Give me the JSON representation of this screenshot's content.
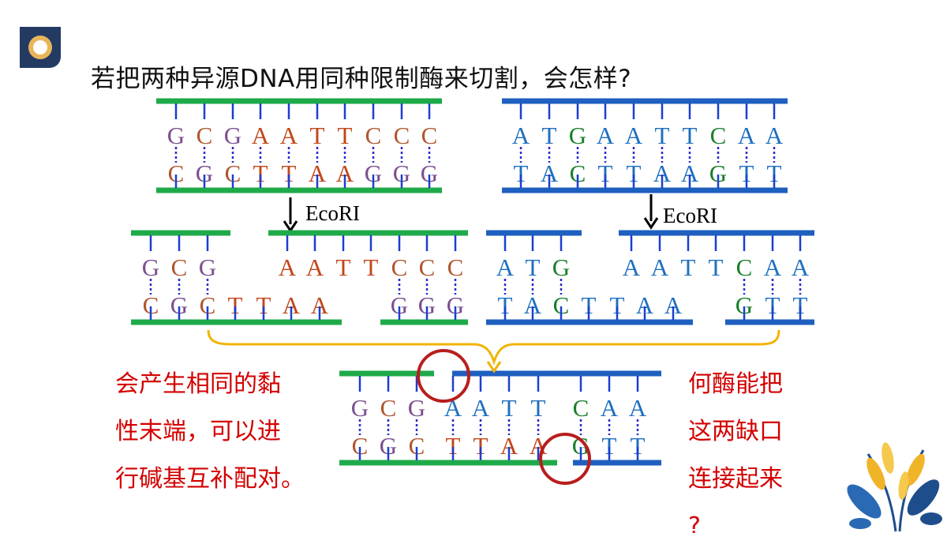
{
  "title": "若把两种异源DNA用同种限制酶来切割，会怎样?",
  "enzyme": "EcoRI",
  "left_note": [
    "会产生相同的黏",
    "性末端，可以进",
    "行碱基互补配对。"
  ],
  "right_note": [
    "何酶能把",
    "这两缺口",
    "连接起来",
    "?"
  ],
  "colors": {
    "green_strand": "#1faa4a",
    "blue_strand": "#1e5fbf",
    "G": "#7b4f8f",
    "C": "#b0562e",
    "A": "#c2461a",
    "T": "#c2461a",
    "blue_text": "#1e6fbf",
    "green_text": "#1a7f2a",
    "brace": "#f2b300",
    "circle": "#b81e1e",
    "note": "#d40000"
  },
  "sequences": {
    "dna1_top": "GCGAATTCCC",
    "dna1_bottom": "CGCTTAAGGG",
    "dna2_top": "ATGAATTCAA",
    "dna2_bottom": "TACTTAAGTT",
    "frag1_left_top": "GCG",
    "frag1_left_bottom": "CGCTTAA",
    "frag1_right_top": "AATTCCC",
    "frag1_right_bottom": "GGG",
    "frag2_left_top": "ATG",
    "frag2_left_bottom": "TACTTAA",
    "frag2_right_top": "AATTCAA",
    "frag2_right_bottom": "GTT",
    "recomb_top": "GCGAATTCAA",
    "recomb_bottom": "CGCTTAAGTT"
  }
}
